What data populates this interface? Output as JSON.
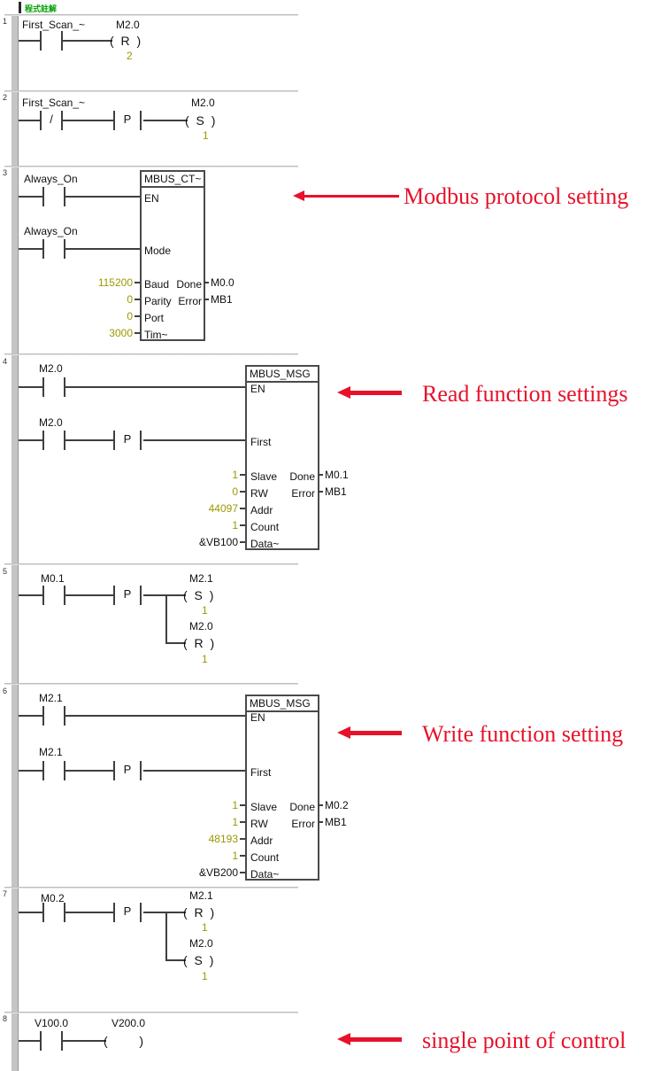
{
  "header": {
    "comment_label": "程式註解"
  },
  "colors": {
    "annotation_red": "#e8112a",
    "value_olive": "#9a9a00",
    "comment_green": "#00a000"
  },
  "networks": [
    {
      "num": "1",
      "labels": {
        "contact": "First_Scan_~"
      },
      "coil": {
        "operand": "M2.0",
        "symbol": "( R )",
        "param": "2"
      }
    },
    {
      "num": "2",
      "labels": {
        "contact": "First_Scan_~",
        "nc": "/",
        "edge": "P"
      },
      "coil": {
        "operand": "M2.0",
        "symbol": "( S )",
        "param": "1"
      }
    },
    {
      "num": "3",
      "labels": {
        "contact1": "Always_On",
        "contact2": "Always_On"
      },
      "block": {
        "title": "MBUS_CT~",
        "port_en": "EN",
        "port_mode": "Mode",
        "inputs": [
          {
            "value": "115200",
            "port": "Baud"
          },
          {
            "value": "0",
            "port": "Parity"
          },
          {
            "value": "0",
            "port": "Port"
          },
          {
            "value": "3000",
            "port": "Tim~"
          }
        ],
        "outputs": [
          {
            "port": "Done",
            "operand": "M0.0"
          },
          {
            "port": "Error",
            "operand": "MB1"
          }
        ]
      }
    },
    {
      "num": "4",
      "labels": {
        "contact1": "M2.0",
        "contact2": "M2.0",
        "edge": "P"
      },
      "block": {
        "title": "MBUS_MSG",
        "port_en": "EN",
        "port_first": "First",
        "inputs": [
          {
            "value": "1",
            "port": "Slave"
          },
          {
            "value": "0",
            "port": "RW"
          },
          {
            "value": "44097",
            "port": "Addr"
          },
          {
            "value": "1",
            "port": "Count"
          },
          {
            "value": "&VB100",
            "port": "Data~"
          }
        ],
        "outputs": [
          {
            "port": "Done",
            "operand": "M0.1"
          },
          {
            "port": "Error",
            "operand": "MB1"
          }
        ]
      }
    },
    {
      "num": "5",
      "labels": {
        "contact": "M0.1",
        "edge": "P"
      },
      "coils": [
        {
          "operand": "M2.1",
          "symbol": "( S )",
          "param": "1"
        },
        {
          "operand": "M2.0",
          "symbol": "( R )",
          "param": "1"
        }
      ]
    },
    {
      "num": "6",
      "labels": {
        "contact1": "M2.1",
        "contact2": "M2.1",
        "edge": "P"
      },
      "block": {
        "title": "MBUS_MSG",
        "port_en": "EN",
        "port_first": "First",
        "inputs": [
          {
            "value": "1",
            "port": "Slave"
          },
          {
            "value": "1",
            "port": "RW"
          },
          {
            "value": "48193",
            "port": "Addr"
          },
          {
            "value": "1",
            "port": "Count"
          },
          {
            "value": "&VB200",
            "port": "Data~"
          }
        ],
        "outputs": [
          {
            "port": "Done",
            "operand": "M0.2"
          },
          {
            "port": "Error",
            "operand": "MB1"
          }
        ]
      }
    },
    {
      "num": "7",
      "labels": {
        "contact": "M0.2",
        "edge": "P"
      },
      "coils": [
        {
          "operand": "M2.1",
          "symbol": "( R )",
          "param": "1"
        },
        {
          "operand": "M2.0",
          "symbol": "( S )",
          "param": "1"
        }
      ]
    },
    {
      "num": "8",
      "labels": {
        "contact": "V100.0"
      },
      "coil": {
        "operand": "V200.0",
        "symbol": "(   )"
      }
    }
  ],
  "annotations": [
    {
      "text": "Modbus protocol setting"
    },
    {
      "text": "Read function settings"
    },
    {
      "text": "Write function setting"
    },
    {
      "text": "single point of control"
    }
  ]
}
